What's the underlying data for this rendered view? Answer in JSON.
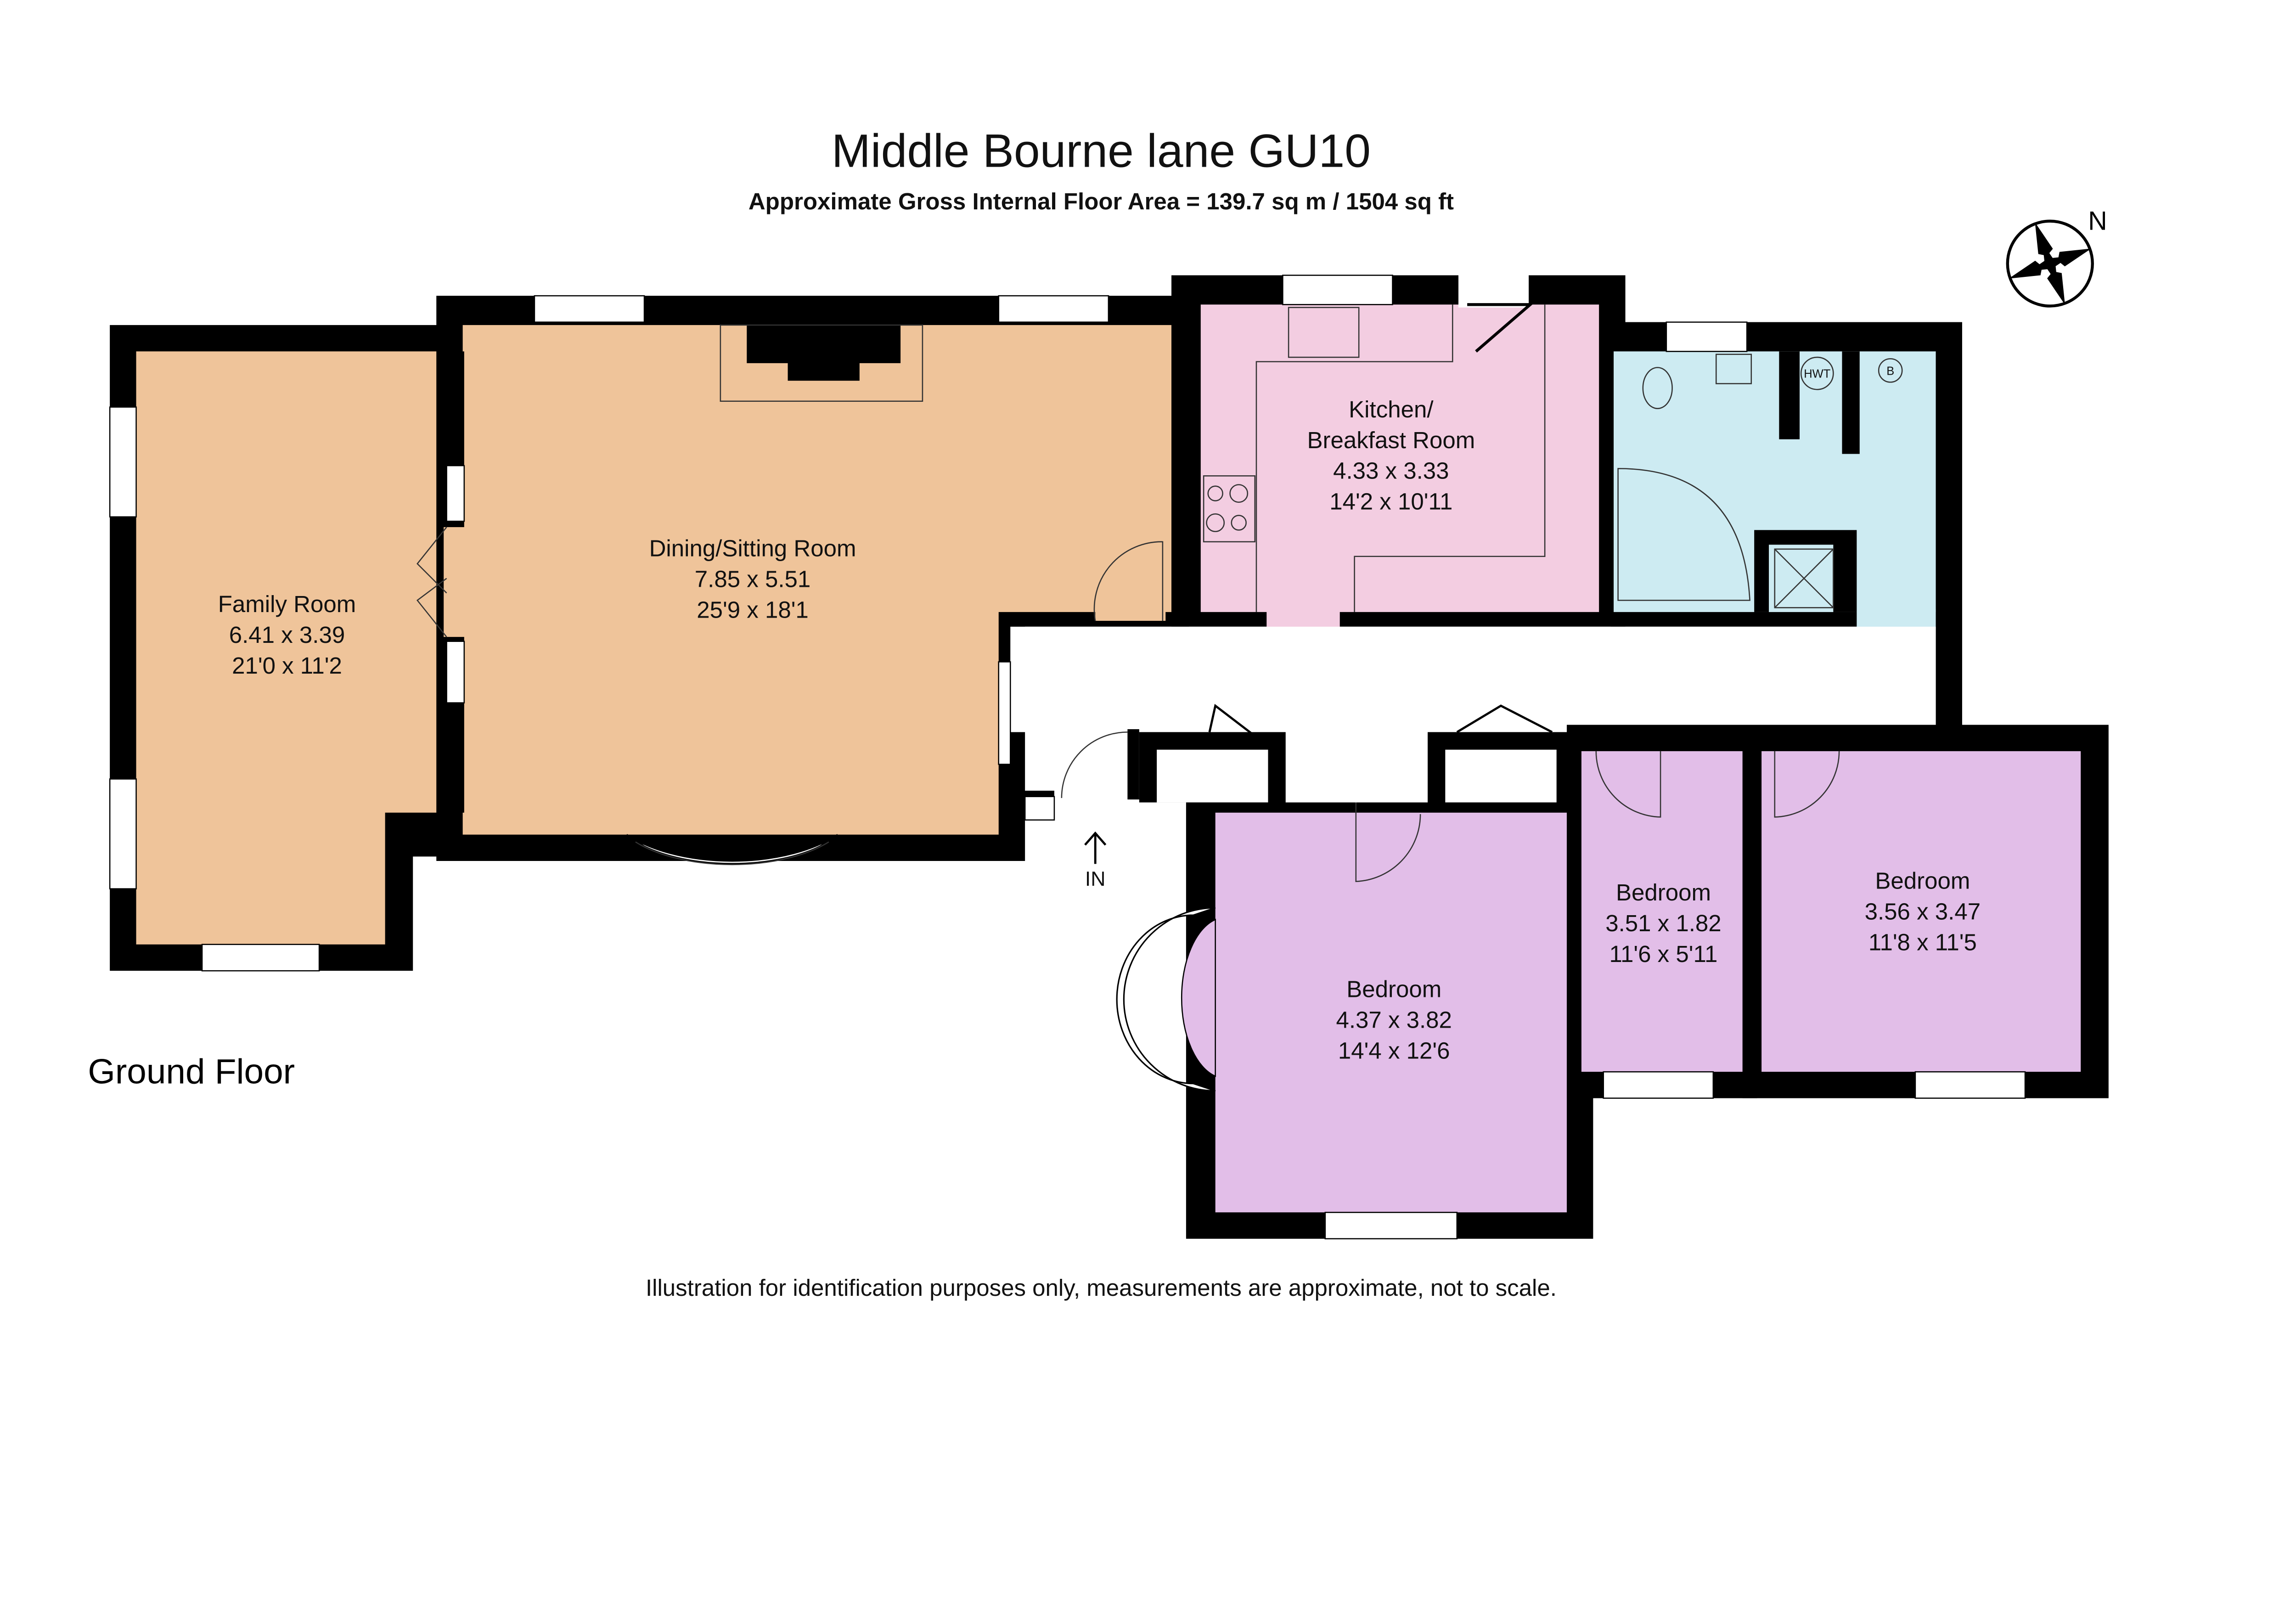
{
  "header": {
    "title": "Middle Bourne lane GU10",
    "subtitle": "Approximate Gross Internal Floor Area  = 139.7 sq m / 1504 sq ft"
  },
  "compass": {
    "label": "N",
    "icon": "compass-rose-icon"
  },
  "floor_label": "Ground Floor",
  "entrance_label": "IN",
  "disclaimer": "Illustration for identification purposes only, measurements are approximate, not to scale.",
  "fixtures": {
    "hot_water_tank": "HWT",
    "boiler": "B"
  },
  "rooms": {
    "family": {
      "name": "Family Room",
      "metric": "6.41 x 3.39",
      "imperial": "21'0 x 11'2",
      "color": "#EFC49A"
    },
    "dining": {
      "name": "Dining/Sitting Room",
      "metric": "7.85 x 5.51",
      "imperial": "25'9 x 18'1",
      "color": "#EFC49A"
    },
    "kitchen": {
      "name_line1": "Kitchen/",
      "name_line2": "Breakfast Room",
      "metric": "4.33 x 3.33",
      "imperial": "14'2 x 10'11",
      "color": "#F3CDE1"
    },
    "bathroom": {
      "color": "#CDEBF2"
    },
    "bedroom_main": {
      "name": "Bedroom",
      "metric": "4.37 x 3.82",
      "imperial": "14'4 x 12'6",
      "color": "#E2BEE8"
    },
    "bedroom_small": {
      "name": "Bedroom",
      "metric": "3.51 x 1.82",
      "imperial": "11'6 x 5'11",
      "color": "#E2BEE8"
    },
    "bedroom_right": {
      "name": "Bedroom",
      "metric": "3.56 x 3.47",
      "imperial": "11'8 x 11'5",
      "color": "#E2BEE8"
    }
  }
}
